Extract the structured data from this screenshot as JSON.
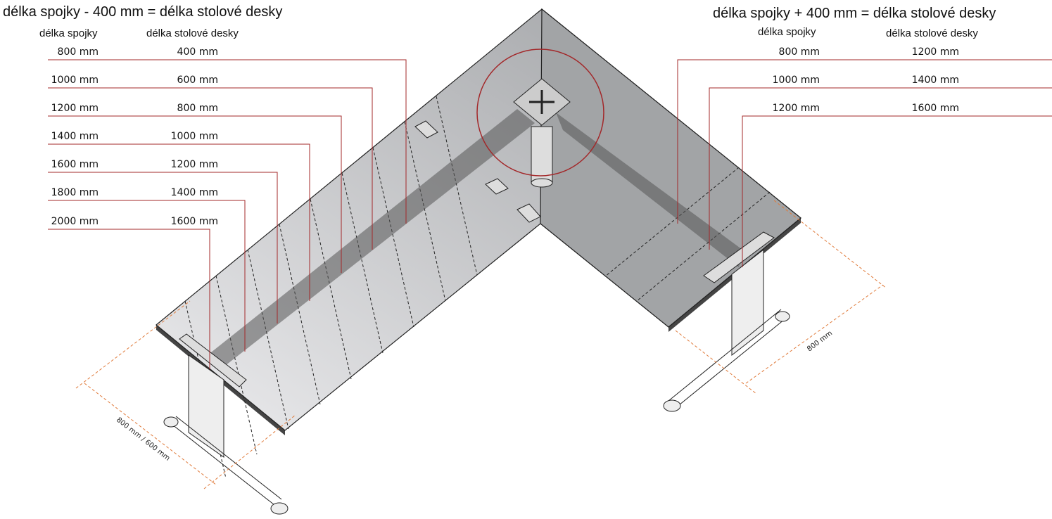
{
  "left": {
    "title": "délka spojky - 400 mm = délka stolové desky",
    "col1": "délka spojky",
    "col2": "délka stolové desky",
    "rows": [
      [
        "800 mm",
        "400 mm"
      ],
      [
        "1000 mm",
        "600 mm"
      ],
      [
        "1200 mm",
        "800 mm"
      ],
      [
        "1400 mm",
        "1000 mm"
      ],
      [
        "1600 mm",
        "1200 mm"
      ],
      [
        "1800 mm",
        "1400 mm"
      ],
      [
        "2000 mm",
        "1600 mm"
      ]
    ]
  },
  "right": {
    "title": "délka spojky + 400 mm = délka stolové desky",
    "col1": "délka spojky",
    "col2": "délka stolové desky",
    "rows": [
      [
        "800 mm",
        "1200 mm"
      ],
      [
        "1000 mm",
        "1400 mm"
      ],
      [
        "1200 mm",
        "1600 mm"
      ]
    ]
  },
  "dimensions": {
    "left_depth": "800 mm / 600 mm",
    "right_depth": "800 mm"
  },
  "colors": {
    "leader": "#a3282a",
    "dimension": "#e07a3a",
    "desk": "#a2a4a6",
    "beam": "#555"
  }
}
